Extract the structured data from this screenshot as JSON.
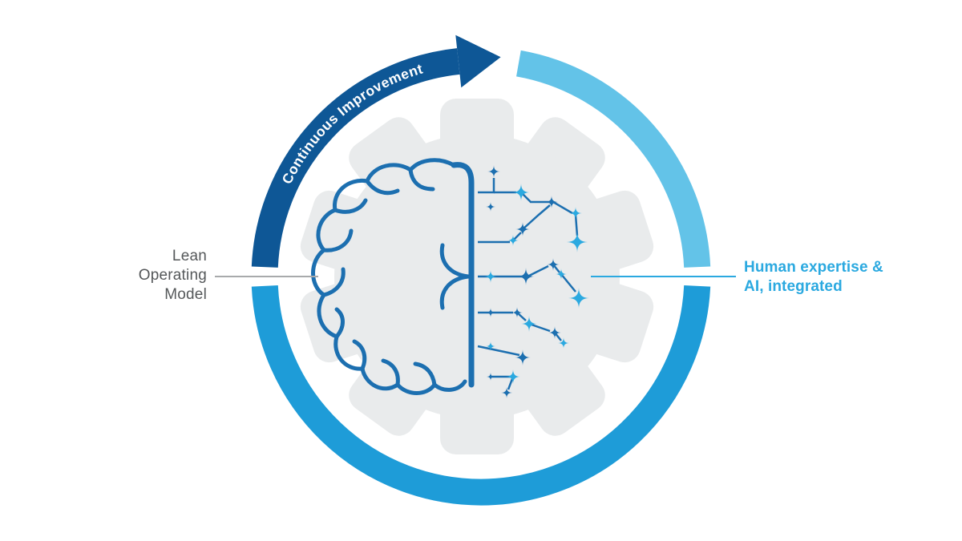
{
  "ring": {
    "curved_label": "Continuous Improvement"
  },
  "labels": {
    "left": {
      "text": "Lean\nOperating\nModel"
    },
    "right": {
      "text": "Human expertise &\nAI, integrated"
    }
  },
  "icons": {
    "gear": "gear-icon",
    "brain": "human-brain-icon",
    "ai_network": "ai-sparkles-network-icon",
    "arrowhead": "clockwise-arrow-icon"
  },
  "colors": {
    "navy": "#0E5796",
    "medium_blue": "#1E9CD8",
    "light_blue": "#63C3E8",
    "accent_blue": "#2BA9E0",
    "brain_blue": "#1C6FB0",
    "gear_gray": "#E9EBEC",
    "label_gray": "#55585A",
    "line_gray": "#A8AAAC",
    "background": "#FFFFFF"
  }
}
